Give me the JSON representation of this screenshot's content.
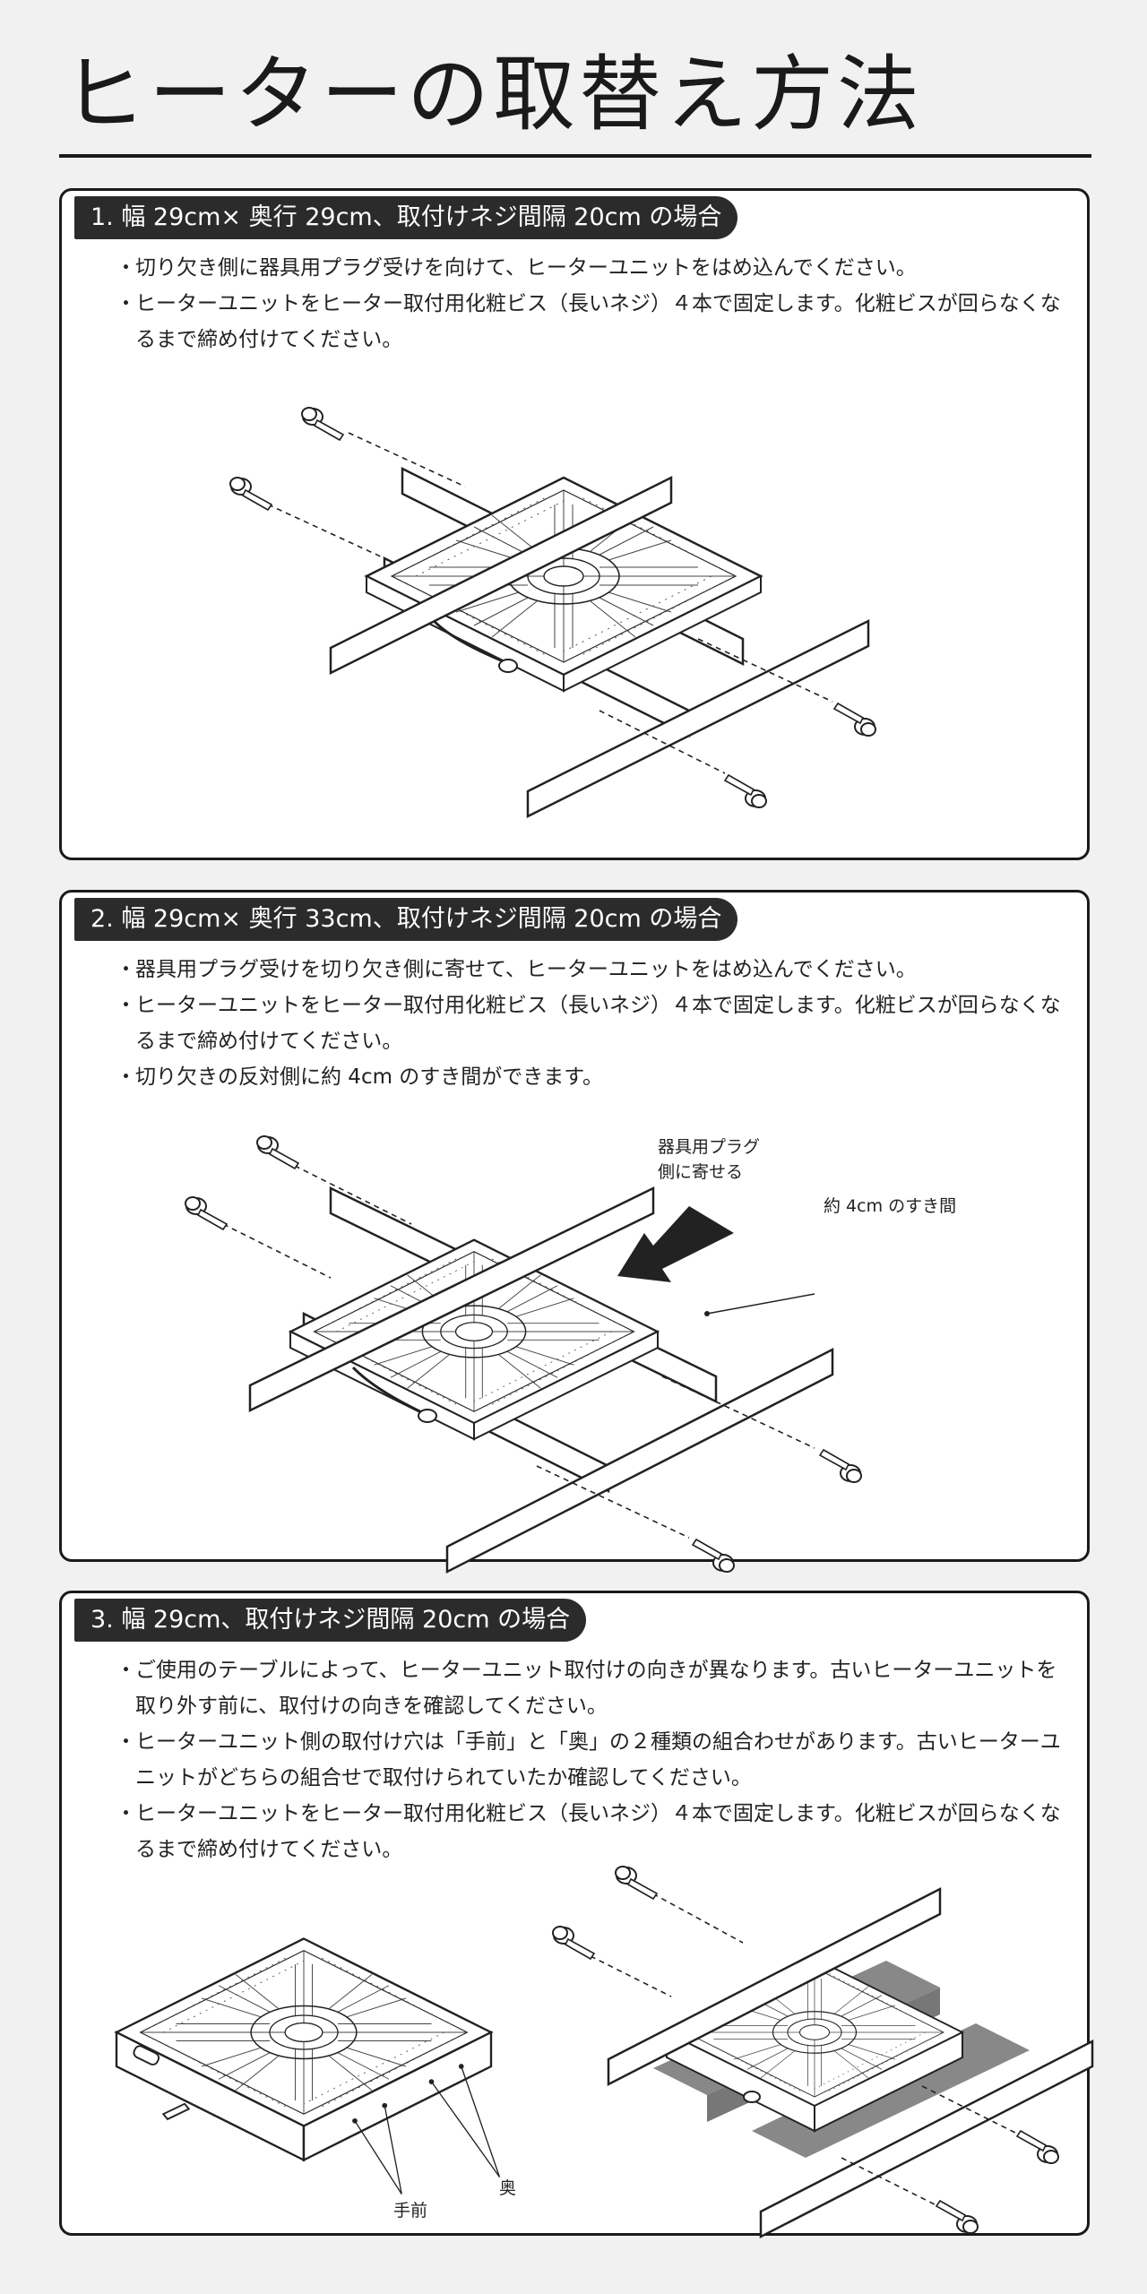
{
  "title": "ヒーターの取替え方法",
  "sections": [
    {
      "header": "1. 幅 29cm× 奥行 29cm、取付けネジ間隔 20cm の場合",
      "bullets": [
        "切り欠き側に器具用プラグ受けを向けて、ヒーターユニットをはめ込んでください。",
        "ヒーターユニットをヒーター取付用化粧ビス（長いネジ）４本で固定します。化粧ビスが回らなくなるまで締め付けてください。"
      ]
    },
    {
      "header": "2. 幅 29cm× 奥行 33cm、取付けネジ間隔 20cm の場合",
      "bullets": [
        "器具用プラグ受けを切り欠き側に寄せて、ヒーターユニットをはめ込んでください。",
        "ヒーターユニットをヒーター取付用化粧ビス（長いネジ）４本で固定します。化粧ビスが回らなくなるまで締め付けてください。",
        "切り欠きの反対側に約 4cm のすき間ができます。"
      ],
      "annotations": {
        "plug_side_line1": "器具用プラグ",
        "plug_side_line2": "側に寄せる",
        "gap": "約 4cm のすき間"
      }
    },
    {
      "header": "3. 幅 29cm、取付けネジ間隔 20cm の場合",
      "bullets": [
        "ご使用のテーブルによって、ヒーターユニット取付けの向きが異なります。古いヒーターユニットを取り外す前に、取付けの向きを確認してください。",
        "ヒーターユニット側の取付け穴は「手前」と「奥」の２種類の組合わせがあります。古いヒーターユニットがどちらの組合せで取付けられていたか確認してください。",
        "ヒーターユニットをヒーター取付用化粧ビス（長いネジ）４本で固定します。化粧ビスが回らなくなるまで締め付けてください。"
      ],
      "annotations": {
        "back": "奥",
        "front": "手前"
      }
    }
  ]
}
